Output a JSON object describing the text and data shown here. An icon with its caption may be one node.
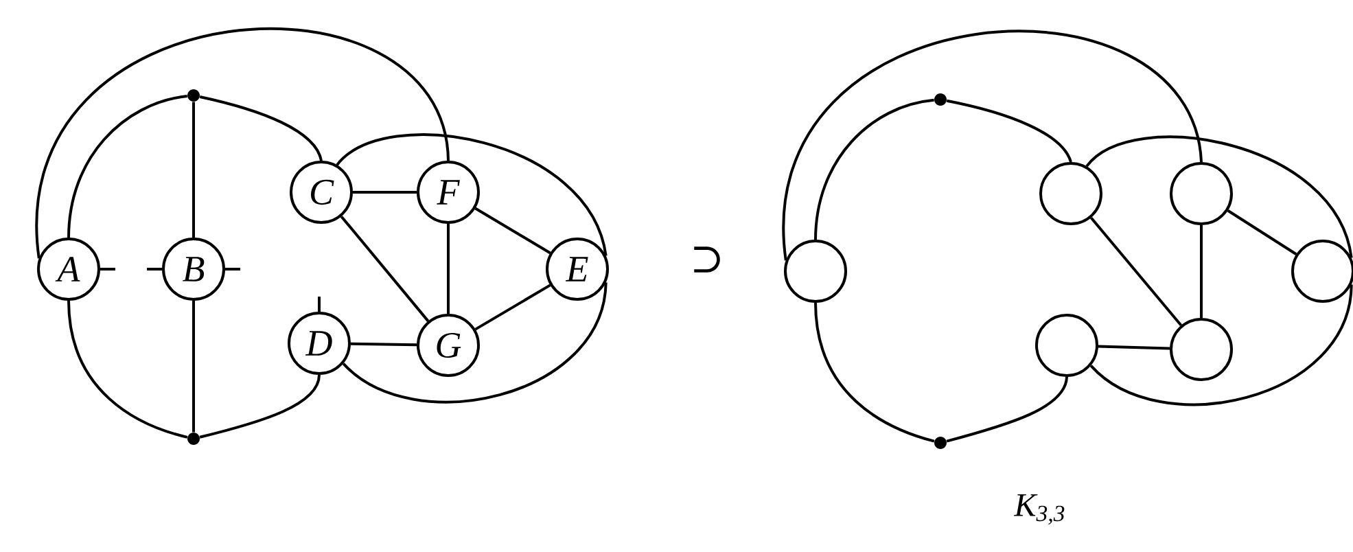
{
  "diagram": {
    "nodes": [
      {
        "text": [],
        "shape": "dot"
      },
      {
        "text": [
          "A"
        ]
      },
      {
        "text": [
          "B"
        ]
      },
      {
        "text": [
          "C"
        ]
      },
      {
        "text": [
          "F"
        ]
      },
      {
        "text": [
          "E"
        ]
      },
      {
        "text": [
          "D"
        ]
      },
      {
        "text": [
          "G"
        ]
      },
      {
        "text": [],
        "shape": "dot"
      },
      {
        "text": [],
        "shape": "dot"
      },
      {
        "text": [],
        "shape": "circle"
      },
      {
        "text": [],
        "shape": "circle"
      },
      {
        "text": [],
        "shape": "circle"
      },
      {
        "text": [],
        "shape": "circle"
      },
      {
        "text": [],
        "shape": "circle"
      },
      {
        "text": [],
        "shape": "circle"
      },
      {
        "text": [],
        "shape": "dot"
      }
    ],
    "edges": [
      {
        "from": 1,
        "to": 4,
        "arrow": "none"
      },
      {
        "from": 0,
        "to": 1,
        "arrow": "none"
      },
      {
        "from": 0,
        "to": 2,
        "arrow": "none"
      },
      {
        "from": 0,
        "to": 3,
        "arrow": "none"
      },
      {
        "from": 1,
        "to": 8,
        "arrow": "none"
      },
      {
        "from": 2,
        "to": 8,
        "arrow": "none"
      },
      {
        "from": 8,
        "to": 6,
        "arrow": "none"
      },
      {
        "from": 3,
        "to": 4,
        "arrow": "none"
      },
      {
        "from": 3,
        "to": 7,
        "arrow": "none"
      },
      {
        "from": 4,
        "to": 7,
        "arrow": "none"
      },
      {
        "from": 4,
        "to": 5,
        "arrow": "none"
      },
      {
        "from": 7,
        "to": 5,
        "arrow": "none"
      },
      {
        "from": 6,
        "to": 7,
        "arrow": "none"
      },
      {
        "from": 3,
        "to": 5,
        "arrow": "none"
      },
      {
        "from": 6,
        "to": 5,
        "arrow": "none"
      },
      {
        "from": 1,
        "to": null,
        "arrow": "none"
      },
      {
        "from": 2,
        "to": null,
        "arrow": "none"
      },
      {
        "from": 2,
        "to": null,
        "arrow": "none"
      },
      {
        "from": 6,
        "to": null,
        "arrow": "none"
      },
      {
        "from": 10,
        "to": 12,
        "arrow": "none"
      },
      {
        "from": 9,
        "to": 10,
        "arrow": "none"
      },
      {
        "from": 9,
        "to": 11,
        "arrow": "none"
      },
      {
        "from": 10,
        "to": 16,
        "arrow": "none"
      },
      {
        "from": 16,
        "to": 14,
        "arrow": "none"
      },
      {
        "from": 11,
        "to": 15,
        "arrow": "none"
      },
      {
        "from": 12,
        "to": 15,
        "arrow": "none"
      },
      {
        "from": 12,
        "to": 13,
        "arrow": "none"
      },
      {
        "from": 14,
        "to": 15,
        "arrow": "none"
      },
      {
        "from": 11,
        "to": 13,
        "arrow": "none"
      },
      {
        "from": 14,
        "to": 13,
        "arrow": "none"
      }
    ],
    "labels": [
      "⊃",
      "K$_{3,3}$"
    ]
  }
}
